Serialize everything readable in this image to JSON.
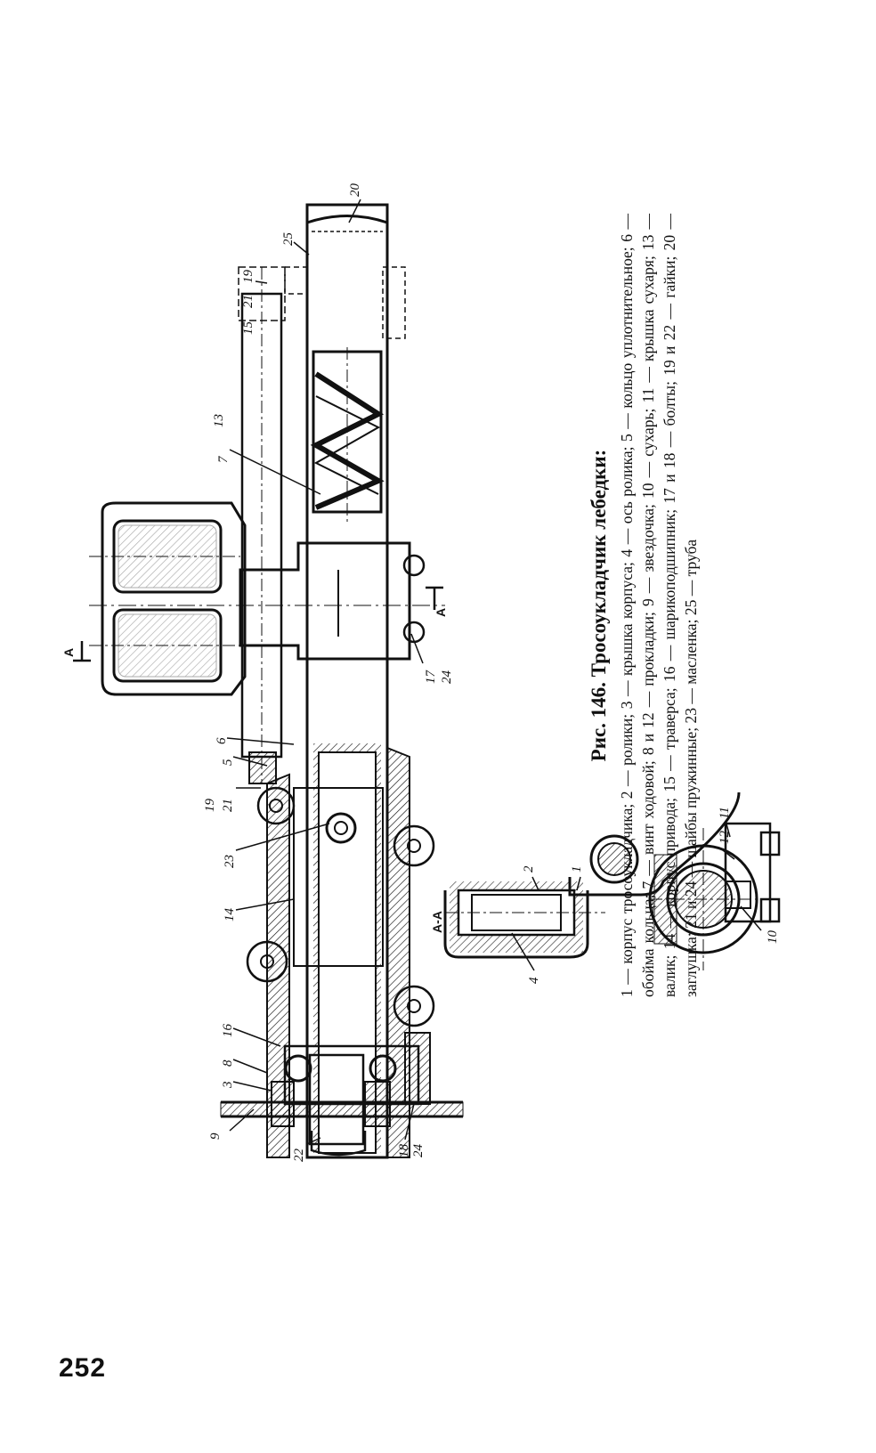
{
  "page_number": "252",
  "caption": {
    "title": "Рис. 146. Тросоукладчик лебедки:",
    "text": "1 — корпус тросоукладчика; 2 — ролики; 3 — крышка корпуса; 4 — ось ролика; 5 — кольцо уплотнительное; 6 — обойма кольца; 7 — винт ходовой; 8 и 12 — прокладки; 9 — звездочка; 10 — сухарь; 11 — крышка сухаря; 13 — валик; 14 — корпус привода; 15 — траверса; 16 — шарикоподшипник; 17 и 18 — болты; 19 и 22 — гайки; 20 — заглушка; 21 и 24 — шайбы пружинные; 23 — масленка; 25 — труба"
  },
  "drawing_labels": {
    "l1": "1",
    "l2": "2",
    "l3": "3",
    "l4": "4",
    "l5": "5",
    "l6": "6",
    "l7": "7",
    "l8": "8",
    "l9": "9",
    "l10": "10",
    "l11": "11",
    "l12": "12",
    "l13": "13",
    "l14": "14",
    "l15": "15",
    "l16": "16",
    "l17": "17",
    "l18": "18",
    "l19a": "19",
    "l19b": "19",
    "l20": "20",
    "l21a": "21",
    "l21b": "21",
    "l22": "22",
    "l23": "23",
    "l24a": "24",
    "l24b": "24",
    "l25": "25",
    "sec_a1": "А",
    "sec_a2": "А",
    "sec_aa": "А-А"
  }
}
